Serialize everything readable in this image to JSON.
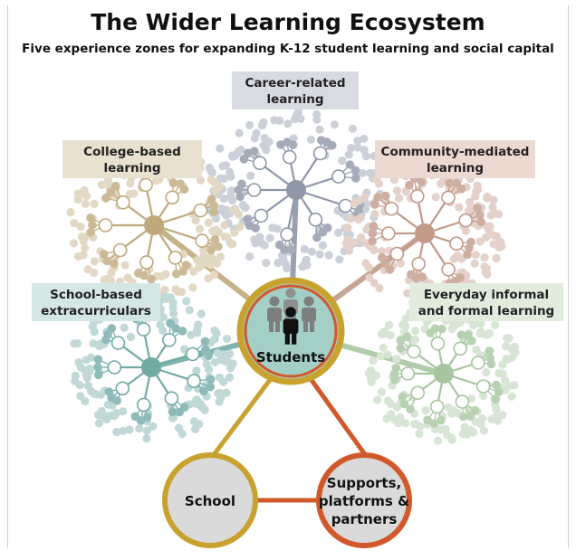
{
  "title": "The Wider Learning Ecosystem",
  "subtitle": "Five experience zones for expanding K-12 student learning and social capital",
  "zones": [
    {
      "id": "career",
      "label_lines": [
        "Career-related",
        "learning"
      ],
      "color": "#8e96a8",
      "label_bg": "#d9dbe2"
    },
    {
      "id": "college",
      "label_lines": [
        "College-based",
        "learning"
      ],
      "color": "#bfa97c",
      "label_bg": "#e9e1cf"
    },
    {
      "id": "community",
      "label_lines": [
        "Community-mediated",
        "learning"
      ],
      "color": "#c29a89",
      "label_bg": "#ecd9d1"
    },
    {
      "id": "school",
      "label_lines": [
        "School-based",
        "extracurriculars"
      ],
      "color": "#72aaa5",
      "label_bg": "#d5e7e5"
    },
    {
      "id": "everyday",
      "label_lines": [
        "Everyday informal",
        "and formal learning"
      ],
      "color": "#a7c6a0",
      "label_bg": "#e1ecdd"
    }
  ],
  "center": {
    "label": "Students",
    "fill": "#a3cfc6",
    "ring": "#c8a22e",
    "ring_inner": "#d1582a"
  },
  "bottom_nodes": [
    {
      "id": "school-node",
      "label_lines": [
        "School"
      ],
      "ring": "#c8a22e"
    },
    {
      "id": "supports-node",
      "label_lines": [
        "Supports,",
        "platforms &",
        "partners"
      ],
      "ring": "#d1582a"
    }
  ],
  "colors": {
    "gold": "#c8a22e",
    "orange": "#d1582a",
    "node_fill": "#dadada"
  }
}
